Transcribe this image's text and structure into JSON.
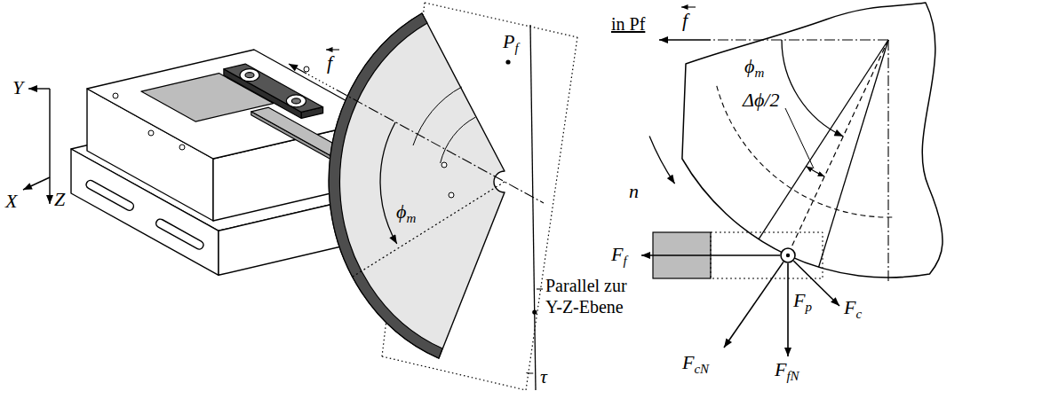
{
  "diagram": {
    "labels": [
      "Y",
      "X",
      "Z",
      "f",
      "Pf",
      "ϕm",
      "Parallel zur Y-Z-Ebene",
      "τ",
      "in Pf",
      "f",
      "ϕm",
      "Δϕ/2",
      "n",
      "Ff",
      "Fp",
      "FcN",
      "FfN",
      "Fc"
    ]
  }
}
